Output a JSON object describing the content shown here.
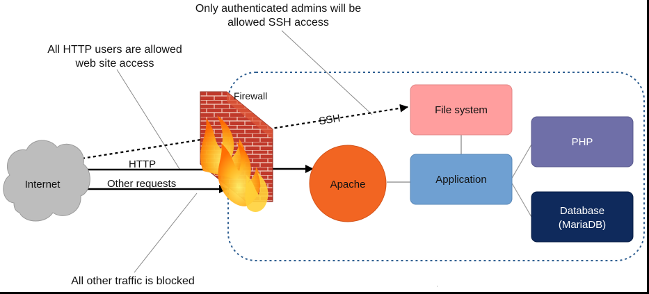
{
  "annotations": {
    "ssh_note_line1": "Only authenticated admins will be",
    "ssh_note_line2": "allowed SSH access",
    "http_note_line1": "All HTTP users are allowed",
    "http_note_line2": "web site access",
    "blocked_note": "All other traffic is blocked"
  },
  "nodes": {
    "internet": "Internet",
    "firewall": "Firewall",
    "apache": "Apache",
    "filesystem": "File system",
    "application": "Application",
    "php": "PHP",
    "database_line1": "Database",
    "database_line2": "(MariaDB)"
  },
  "edges": {
    "ssh": "SSH",
    "http": "HTTP",
    "other": "Other requests"
  },
  "colors": {
    "cloud": "#bdbdbd",
    "apache": "#f26522",
    "filesystem": "#ff9e9e",
    "application": "#6fa0d2",
    "php": "#6f6fa8",
    "database": "#0f2a5c",
    "boundary": "#2f5f91",
    "flame": "#ff8c1a",
    "brick": "#c0392b"
  }
}
